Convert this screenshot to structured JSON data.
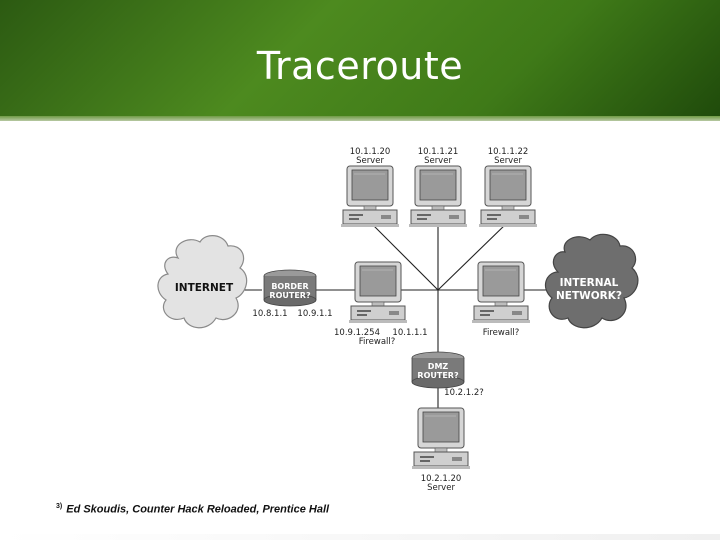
{
  "slide": {
    "title": "Traceroute",
    "citation": {
      "marker": "3)",
      "text": "Ed Skoudis, Counter Hack Reloaded, Prentice Hall"
    }
  },
  "diagram": {
    "servers": [
      {
        "ip": "10.1.1.20",
        "role": "Server"
      },
      {
        "ip": "10.1.1.21",
        "role": "Server"
      },
      {
        "ip": "10.1.1.22",
        "role": "Server"
      }
    ],
    "internet_cloud": "INTERNET",
    "internal_cloud": [
      "INTERNAL",
      "NETWORK?"
    ],
    "border_router": {
      "label": [
        "BORDER",
        "ROUTER?"
      ],
      "ip_left": "10.8.1.1",
      "ip_right": "10.9.1.1"
    },
    "firewall_left": {
      "ip_left": "10.9.1.254",
      "ip_right": "10.1.1.1",
      "role": "Firewall?"
    },
    "firewall_right": {
      "role": "Firewall?"
    },
    "dmz_router": {
      "label": [
        "DMZ",
        "ROUTER?"
      ],
      "ip": "10.2.1.2?"
    },
    "dmz_server": {
      "ip": "10.2.1.20",
      "role": "Server"
    }
  },
  "colors": {
    "header_green": "#3f7a18",
    "cloud_light": "#e3e3e3",
    "cloud_dark": "#6e6e6e",
    "device_gray": "#b9b9b9"
  }
}
